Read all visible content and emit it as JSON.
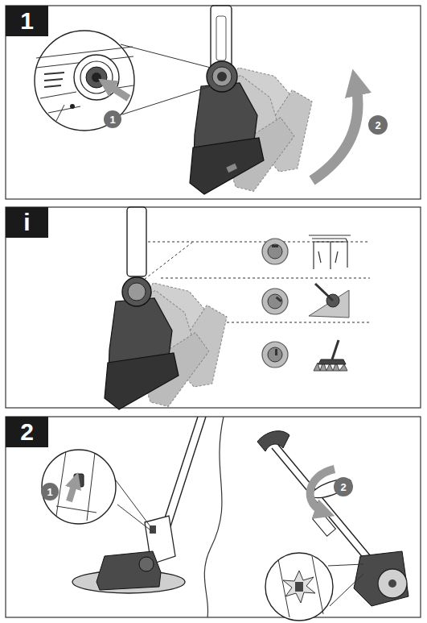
{
  "diagram": {
    "nodes": [
      {
        "text": [
          "1"
        ]
      },
      {
        "text": [
          "1"
        ]
      },
      {
        "text": [
          "2"
        ]
      },
      {
        "text": [
          "i"
        ]
      },
      {
        "text": [
          "2"
        ]
      },
      {
        "text": [
          "1"
        ]
      },
      {
        "text": [
          "2"
        ]
      }
    ]
  }
}
